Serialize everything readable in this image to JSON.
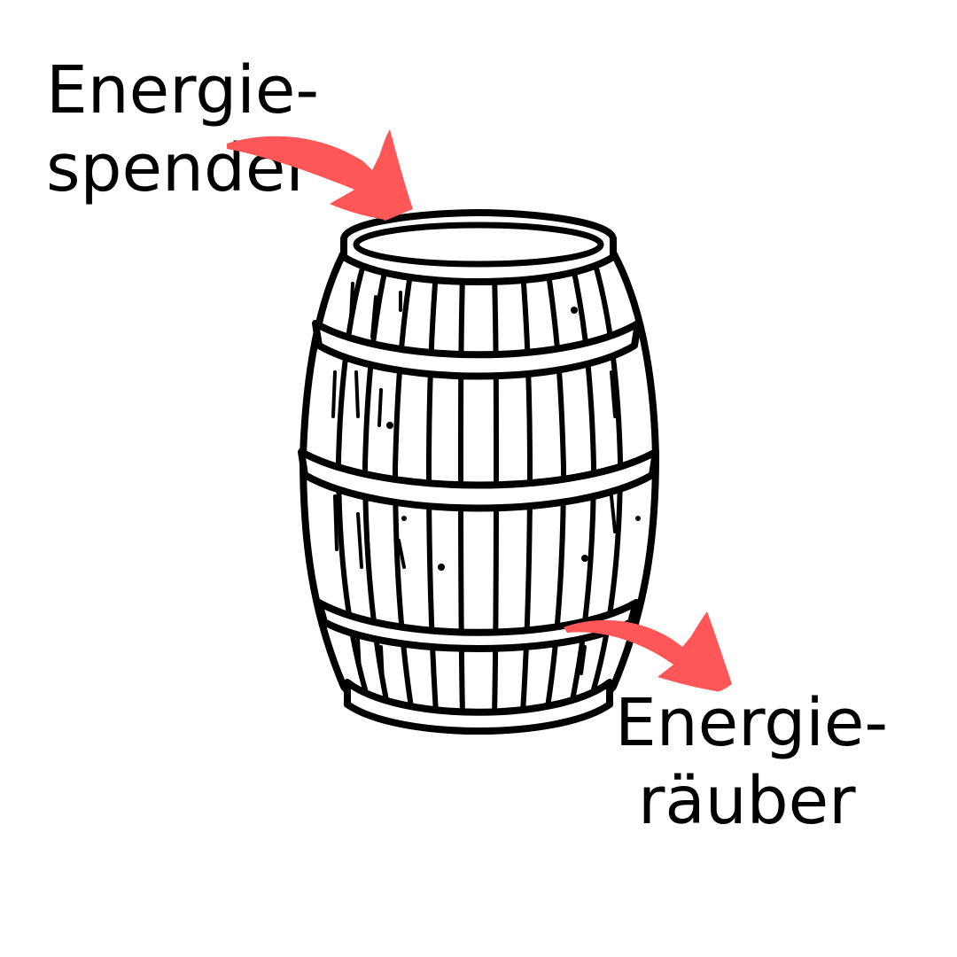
{
  "labels": {
    "giver_line1": "Energie-",
    "giver_line2": "spender",
    "taker_line1": "Energie-",
    "taker_line2": "räuber"
  },
  "colors": {
    "arrow": "#ff5757",
    "ink": "#000000",
    "background": "#ffffff"
  },
  "icons": {
    "main": "barrel-icon",
    "arrow_in": "arrow-in-icon",
    "arrow_out": "arrow-out-icon"
  }
}
